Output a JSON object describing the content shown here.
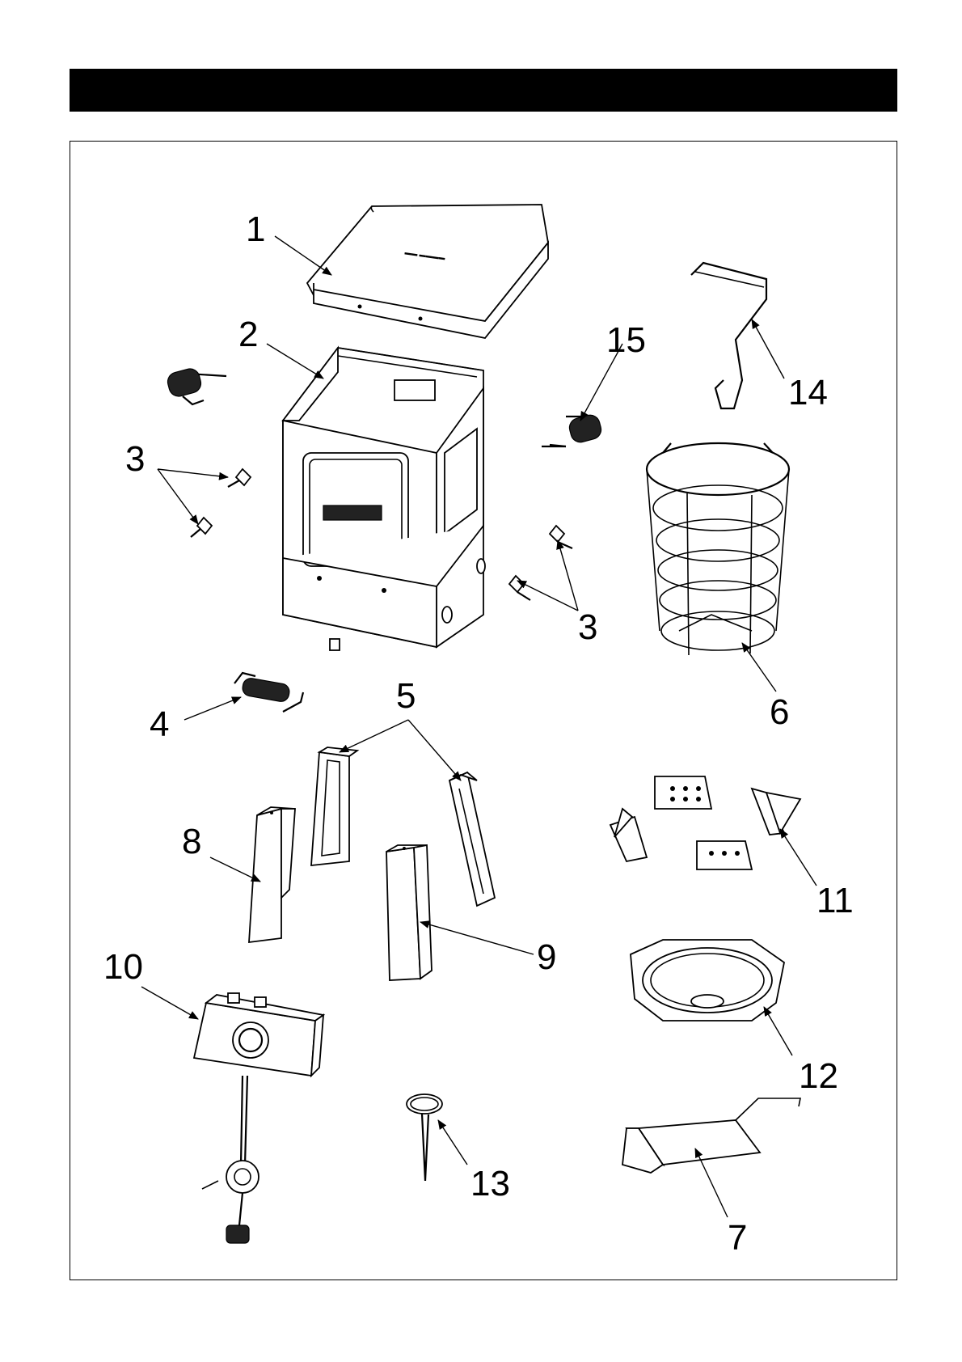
{
  "header": {
    "title": ""
  },
  "diagram": {
    "parts": [
      {
        "id": "lid",
        "number": "1"
      },
      {
        "id": "body",
        "number": "2"
      },
      {
        "id": "latch",
        "number": "3"
      },
      {
        "id": "handle-spring-bottom",
        "number": "4"
      },
      {
        "id": "leg-bracket",
        "number": "5"
      },
      {
        "id": "basket",
        "number": "6"
      },
      {
        "id": "drip-tray",
        "number": "7"
      },
      {
        "id": "leg-8",
        "number": "8"
      },
      {
        "id": "leg-9",
        "number": "9"
      },
      {
        "id": "control-panel",
        "number": "10"
      },
      {
        "id": "heat-shield-brackets",
        "number": "11"
      },
      {
        "id": "burner-pan",
        "number": "12"
      },
      {
        "id": "thermometer",
        "number": "13"
      },
      {
        "id": "hanger-hook",
        "number": "14"
      },
      {
        "id": "handle-spring-right",
        "number": "15"
      }
    ],
    "labels": {
      "p1": "1",
      "p2": "2",
      "p3a": "3",
      "p3b": "3",
      "p4": "4",
      "p5": "5",
      "p6": "6",
      "p7": "7",
      "p8": "8",
      "p9": "9",
      "p10": "10",
      "p11": "11",
      "p12": "12",
      "p13": "13",
      "p14": "14",
      "p15": "15"
    }
  }
}
